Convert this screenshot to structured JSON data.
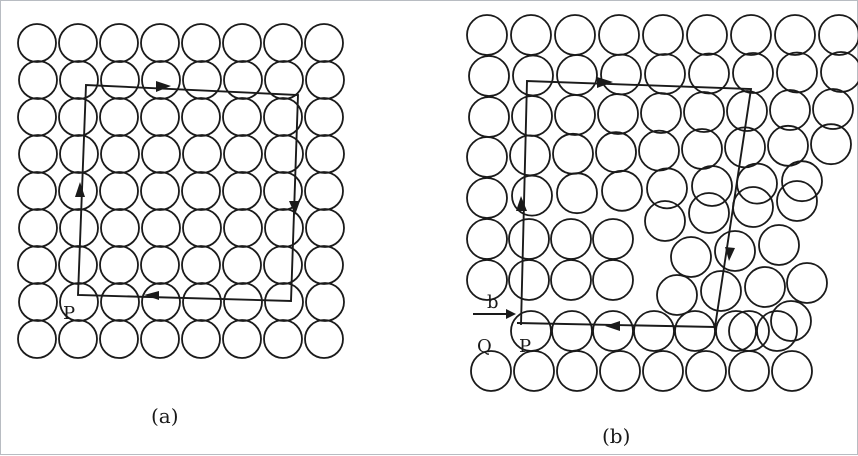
{
  "panel_a": {
    "caption": "(a)",
    "label_p": "P"
  },
  "panel_b": {
    "caption": "(b)",
    "label_p": "P",
    "label_q": "Q",
    "label_b": "b"
  },
  "colors": {
    "ink": "#1a1a1a",
    "background": "#ffffff",
    "frame": "#b8bcc2"
  }
}
